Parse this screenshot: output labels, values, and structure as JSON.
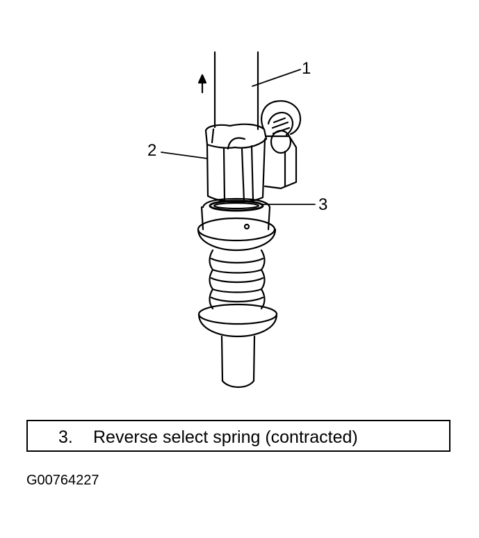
{
  "callouts": {
    "c1": "1",
    "c2": "2",
    "c3": "3"
  },
  "caption": {
    "number": "3.",
    "text": "Reverse select spring (contracted)"
  },
  "figure_id": "G00764227"
}
